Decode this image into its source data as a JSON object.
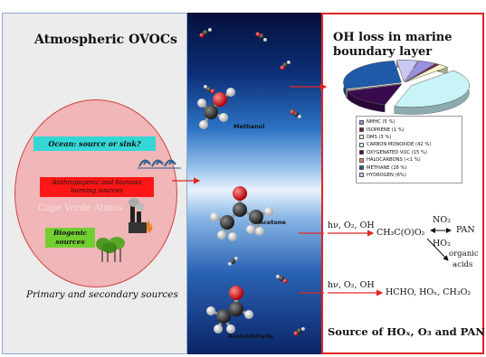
{
  "left_panel": {
    "title": "Atmospheric OVOCs",
    "ocean_box": "Ocean: source or sink?",
    "anthro_line1": "Anthropogenic and biomass",
    "anthro_line2": "burning sources",
    "biogenic_line1": "Biogenic",
    "biogenic_line2": "sources",
    "ghost_text": "Cape Verde Atmos",
    "caption": "Primary and secondary sources"
  },
  "middle_panel": {
    "molecule_1": "Methanol",
    "molecule_2": "Acetone",
    "molecule_3": "Acetaldehyde"
  },
  "right_panel": {
    "title": "OH loss in marine boundary layer",
    "legend": [
      {
        "label": "NMHC (5 %)",
        "color": "#9a8fe0"
      },
      {
        "label": "ISOPRENE (1 %)",
        "color": "#7a1a3a"
      },
      {
        "label": "DMS (3 %)",
        "color": "#f4f2c8"
      },
      {
        "label": "CARBON MONOXIDE (42 %)",
        "color": "#c8f4f8"
      },
      {
        "label": "OXYGENATED VOC (15 %)",
        "color": "#3a0a4e"
      },
      {
        "label": "HALOCARBONS (<1 %)",
        "color": "#f07878"
      },
      {
        "label": "METHANE (28 %)",
        "color": "#1e5aa8"
      },
      {
        "label": "HYDROGEN (6%)",
        "color": "#c8c8f0"
      }
    ],
    "reaction_1_reactants": "hν, O₂, OH",
    "reaction_1_product": "CH₃C(O)O₂",
    "reaction_1_no2": "NO₂",
    "reaction_1_pan": "PAN",
    "reaction_1_ho2": "HO₂",
    "reaction_1_organic": "organic",
    "reaction_1_acids": "acids",
    "reaction_2_reactants": "hν, O₂, OH",
    "reaction_2_products": "HCHO, HOₓ, CH₃O₂",
    "footer": "Source of HOₓ, O₃ and PAN"
  },
  "colors": {
    "frame_red": "#e12424",
    "arrow_red": "#e12424",
    "circle_fill": "#f0b6b8",
    "ocean_box": "#35d6d6",
    "anthro_box": "#ff1717",
    "biogenic_box": "#72cf32"
  },
  "chart_data": {
    "type": "pie",
    "categories": [
      "NMHC",
      "ISOPRENE",
      "DMS",
      "CARBON MONOXIDE",
      "OXYGENATED VOC",
      "HALOCARBONS",
      "METHANE",
      "HYDROGEN"
    ],
    "values": [
      5,
      1,
      3,
      42,
      15,
      0.5,
      28,
      6
    ],
    "legend_labels": [
      "NMHC (5 %)",
      "ISOPRENE (1 %)",
      "DMS (3 %)",
      "CARBON MONOXIDE (42 %)",
      "OXYGENATED VOC (15 %)",
      "HALOCARBONS (<1 %)",
      "METHANE (28 %)",
      "HYDROGEN (6%)"
    ],
    "colors": [
      "#9a8fe0",
      "#7a1a3a",
      "#f4f2c8",
      "#c8f4f8",
      "#3a0a4e",
      "#f07878",
      "#1e5aa8",
      "#c8c8f0"
    ],
    "legend_placement": "below"
  }
}
